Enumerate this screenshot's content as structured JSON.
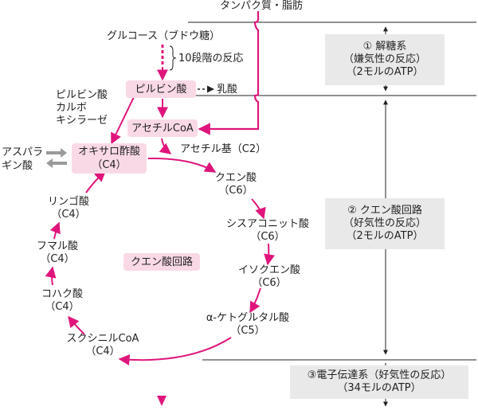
{
  "colors": {
    "pathway": "#e0157c",
    "box_fill": "#f9d9e6",
    "panel_fill": "#e9e9e9",
    "line": "#222222",
    "gray_arrow": "#9a9a9a"
  },
  "top_input": "タンパク質・脂肪",
  "glucose": "グルコース（ブドウ糖）",
  "glycolysis_steps": "10段階の反応",
  "pyruvate": "ピルビン酸",
  "lactate": "乳酸",
  "pyruvate_carboxylase": [
    "ピルビン酸",
    "カルボ",
    "キシラーゼ"
  ],
  "acetyl_coa": "アセチルCoA",
  "acetyl_group": "アセチル基（C2）",
  "asparagine": [
    "アスパラ",
    "ギン酸"
  ],
  "oxaloacetate": {
    "name": "オキサロ酢酸",
    "carbon": "（C4）"
  },
  "cycle_label": "クエン酸回路",
  "intermediates": {
    "citrate": {
      "name": "クエン酸",
      "carbon": "（C6）"
    },
    "cis_aconitate": {
      "name": "シスアコニット酸",
      "carbon": "（C6）"
    },
    "isocitrate": {
      "name": "イソクエン酸",
      "carbon": "（C6）"
    },
    "alpha_kg": {
      "name": "α-ケトグルタル酸",
      "carbon": "（C5）"
    },
    "succinyl_coa": {
      "name": "スクシニルCoA",
      "carbon": "（C4）"
    },
    "succinate": {
      "name": "コハク酸",
      "carbon": "（C4）"
    },
    "fumarate": {
      "name": "フマル酸",
      "carbon": "（C4）"
    },
    "malate": {
      "name": "リンゴ酸",
      "carbon": "（C4）"
    }
  },
  "stages": {
    "glycolysis": [
      "① 解糖系",
      "（嫌気性の反応）",
      "（2モルのATP）"
    ],
    "citric_cycle": [
      "② クエン酸回路",
      "（好気性の反応）",
      "（2モルのATP）"
    ],
    "electron_transport": [
      "③電子伝達系（好気性の反応）",
      "（34モルのATP）"
    ]
  }
}
